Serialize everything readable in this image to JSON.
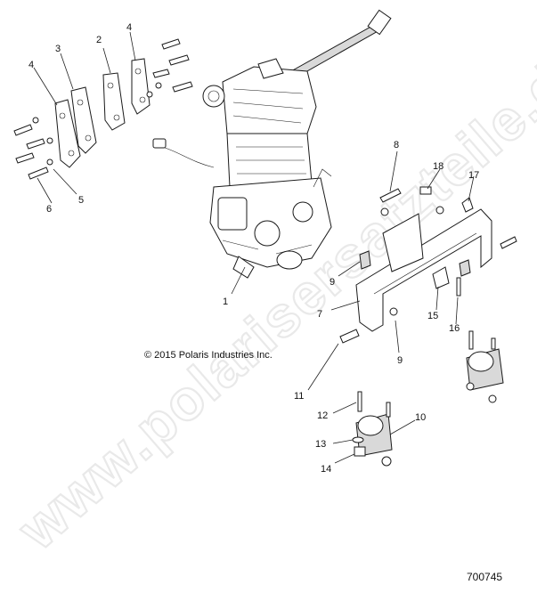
{
  "diagram": {
    "copyright": "© 2015 Polaris Industries Inc.",
    "document_number": "700745",
    "watermark": "www.polarisersatzteile.de",
    "callouts": [
      "1",
      "2",
      "3",
      "4",
      "4",
      "5",
      "6",
      "7",
      "8",
      "9",
      "9",
      "10",
      "11",
      "12",
      "13",
      "14",
      "15",
      "16",
      "17",
      "18"
    ]
  }
}
